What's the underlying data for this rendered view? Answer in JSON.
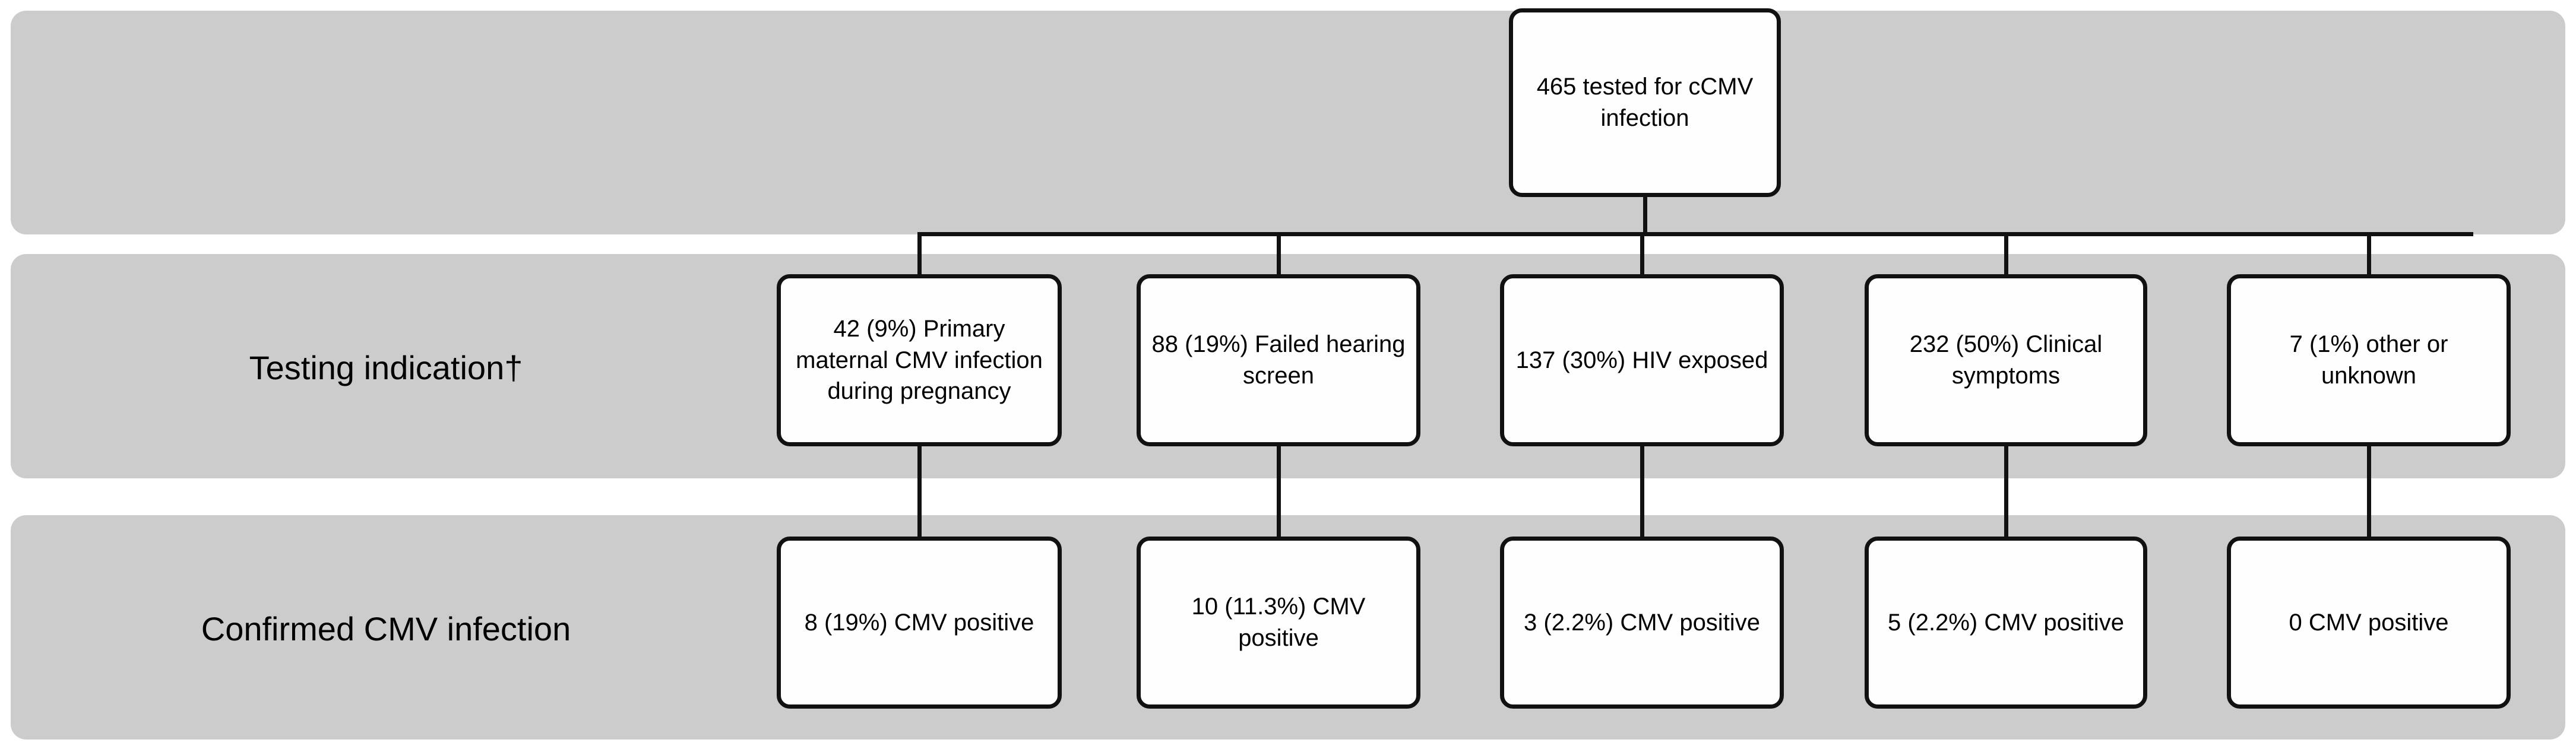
{
  "figure": {
    "type": "flowchart",
    "orientation": "top-down",
    "rows": [
      {
        "id": "root",
        "label": ""
      },
      {
        "id": "testing-indication",
        "label": "Testing indication†"
      },
      {
        "id": "confirmed-infection",
        "label": "Confirmed CMV infection"
      }
    ]
  },
  "root": {
    "text": "465 tested for cCMV infection",
    "count": 465
  },
  "row_labels": {
    "testing_indication": "Testing indication†",
    "confirmed_infection": "Confirmed CMV infection"
  },
  "branches": [
    {
      "indication_text": "42 (9%) Primary maternal CMV infection during pregnancy",
      "indication_count": 42,
      "indication_percent": "9%",
      "result_text": "8 (19%) CMV positive",
      "result_count": 8,
      "result_percent": "19%"
    },
    {
      "indication_text": "88 (19%) Failed hearing screen",
      "indication_count": 88,
      "indication_percent": "19%",
      "result_text": "10 (11.3%) CMV positive",
      "result_count": 10,
      "result_percent": "11.3%"
    },
    {
      "indication_text": "137 (30%) HIV exposed",
      "indication_count": 137,
      "indication_percent": "30%",
      "result_text": "3 (2.2%) CMV positive",
      "result_count": 3,
      "result_percent": "2.2%"
    },
    {
      "indication_text": "232 (50%) Clinical symptoms",
      "indication_count": 232,
      "indication_percent": "50%",
      "result_text": "5 (2.2%) CMV positive",
      "result_count": 5,
      "result_percent": "2.2%"
    },
    {
      "indication_text": "7 (1%) other or unknown",
      "indication_count": 7,
      "indication_percent": "1%",
      "result_text": "0 CMV positive",
      "result_count": 0,
      "result_percent": ""
    }
  ],
  "colors": {
    "band_background": "#cccccc",
    "node_background": "#fefefe",
    "node_border": "#111111",
    "connector": "#111111",
    "text": "#000000",
    "page_background": "#ffffff"
  }
}
